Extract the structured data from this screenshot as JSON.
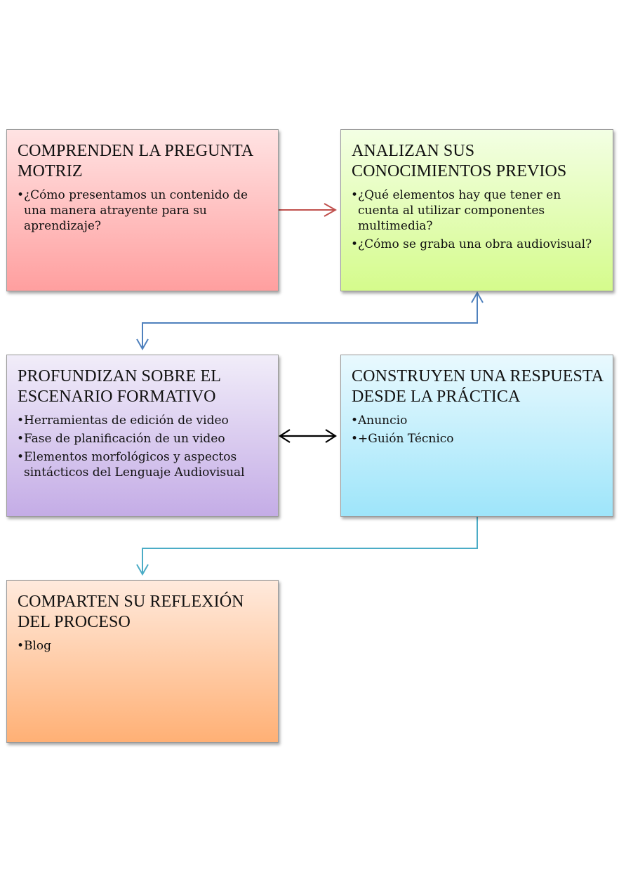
{
  "boxes": {
    "question": {
      "title": "COMPRENDEN LA PREGUNTA MOTRIZ",
      "items": [
        "¿Cómo presentamos un contenido de una manera atrayente para su aprendizaje?"
      ],
      "color": "#ffb5b5"
    },
    "prior_knowledge": {
      "title": "ANALIZAN SUS CONOCIMIENTOS PREVIOS",
      "items": [
        "¿Qué elementos hay que tener en cuenta al utilizar componentes multimedia?",
        "¿Cómo se graba una obra audiovisual?"
      ],
      "color": "#e2fca8"
    },
    "deepen": {
      "title": "PROFUNDIZAN SOBRE EL ESCENARIO FORMATIVO",
      "items": [
        "Herramientas de edición de video",
        "Fase de planificación de un video",
        "Elementos morfológicos y aspectos sintácticos del Lenguaje Audiovisual"
      ],
      "color": "#d3c4ee"
    },
    "build": {
      "title": "CONSTRUYEN UNA RESPUESTA DESDE LA PRÁCTICA",
      "items": [
        "Anuncio",
        "+Guión Técnico"
      ],
      "color": "#bdeefc"
    },
    "share": {
      "title": "COMPARTEN SU REFLEXIÓN DEL PROCESO",
      "items": [
        "Blog"
      ],
      "color": "#ffc8a0"
    }
  },
  "connectors": {
    "question_to_prior": "#c0504d",
    "prior_to_deepen": "#4f81bd",
    "deepen_build_bidirectional": "#000000",
    "build_to_share": "#4bacc6"
  }
}
